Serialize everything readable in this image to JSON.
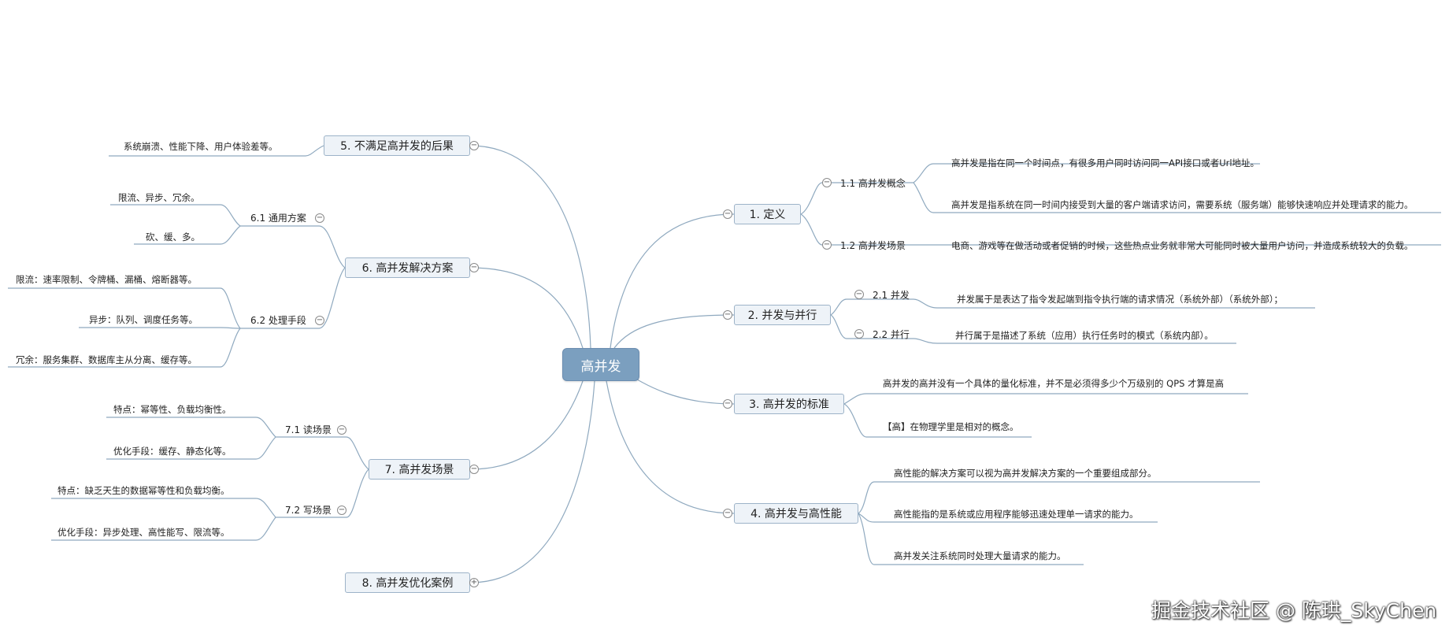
{
  "root": {
    "label": "高并发"
  },
  "topics": {
    "t1": {
      "label": "1. 定义"
    },
    "t2": {
      "label": "2. 并发与并行"
    },
    "t3": {
      "label": "3. 高并发的标准"
    },
    "t4": {
      "label": "4. 高并发与高性能"
    },
    "t5": {
      "label": "5. 不满足高并发的后果"
    },
    "t6": {
      "label": "6. 高并发解决方案"
    },
    "t7": {
      "label": "7. 高并发场景"
    },
    "t8": {
      "label": "8. 高并发优化案例"
    }
  },
  "subtopics": {
    "s11": "1.1 高并发概念",
    "s12": "1.2 高并发场景",
    "s21": "2.1 并发",
    "s22": "2.2 并行",
    "s61": "6.1 通用方案",
    "s62": "6.2 处理手段",
    "s71": "7.1 读场景",
    "s72": "7.2 写场景"
  },
  "leaves": {
    "l111": "高并发是指在同一个时间点，有很多用户同时访问同一API接口或者Url地址。",
    "l112": "高并发是指系统在同一时间内接受到大量的客户端请求访问，需要系统（服务端）能够快速响应并处理请求的能力。",
    "l121": "电商、游戏等在做活动或者促销的时候，这些热点业务就非常大可能同时被大量用户访问，并造成系统较大的负载。",
    "l211": "并发属于是表达了指令发起端到指令执行端的请求情况（系统外部）（系统外部）；",
    "l221": "并行属于是描述了系统（应用）执行任务时的模式（系统内部）。",
    "l31": "高并发的高并没有一个具体的量化标准，并不是必须得多少个万级别的 QPS 才算是高",
    "l32": "【高】在物理学里是相对的概念。",
    "l41": "高性能的解决方案可以视为高并发解决方案的一个重要组成部分。",
    "l42": "高性能指的是系统或应用程序能够迅速处理单一请求的能力。",
    "l43": "高并发关注系统同时处理大量请求的能力。",
    "l51": "系统崩溃、性能下降、用户体验差等。",
    "l611": "限流、异步、冗余。",
    "l612": "砍、缓、多。",
    "l621": "限流：速率限制、令牌桶、漏桶、熔断器等。",
    "l622": "异步：队列、调度任务等。",
    "l623": "冗余：服务集群、数据库主从分离、缓存等。",
    "l711": "特点：幂等性、负载均衡性。",
    "l712": "优化手段：缓存、静态化等。",
    "l721": "特点：缺乏天生的数据幂等性和负载均衡。",
    "l722": "优化手段：异步处理、高性能写、限流等。"
  },
  "toggles": {
    "collapse": "−",
    "expand": "+"
  },
  "watermark": "掘金技术社区 @ 陈珙_SkyChen",
  "colors": {
    "line": "#8fa9bf",
    "root_fill": "#7b9fbf",
    "topic_fill": "#eef3f8",
    "topic_border": "#9db3c8"
  }
}
